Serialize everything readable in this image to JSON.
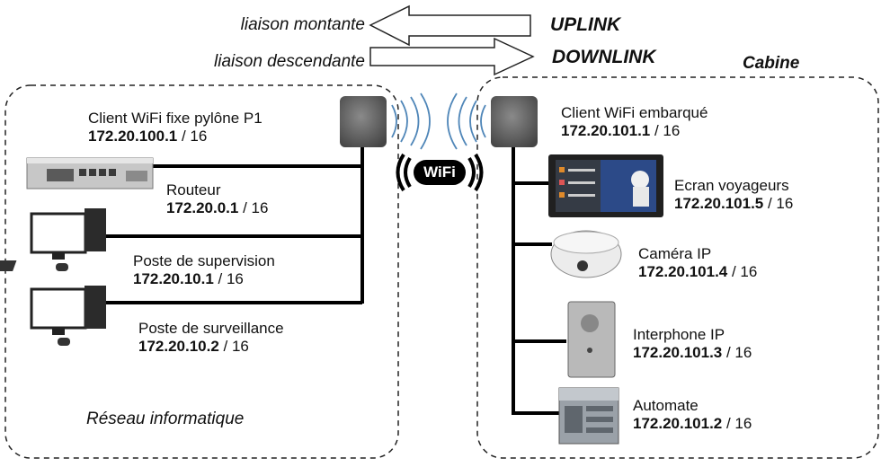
{
  "legend": {
    "uplink_fr": "liaison montante",
    "downlink_fr": "liaison descendante",
    "uplink": "UPLINK",
    "downlink": "DOWNLINK"
  },
  "zones": {
    "cabin_title": "Cabine",
    "network_title": "Réseau informatique"
  },
  "wifi_badge": "WiFi",
  "left_devices": [
    {
      "name": "Client WiFi fixe pylône P1",
      "ip": "172.20.100.1",
      "mask": " / 16"
    },
    {
      "name": "Routeur",
      "ip": "172.20.0.1",
      "mask": " / 16"
    },
    {
      "name": "Poste de supervision",
      "ip": "172.20.10.1",
      "mask": " / 16"
    },
    {
      "name": "Poste de surveillance",
      "ip": "172.20.10.2",
      "mask": " / 16"
    }
  ],
  "right_devices": [
    {
      "name": "Client WiFi embarqué",
      "ip": "172.20.101.1",
      "mask": " / 16"
    },
    {
      "name": "Ecran voyageurs",
      "ip": "172.20.101.5",
      "mask": " / 16"
    },
    {
      "name": "Caméra IP",
      "ip": "172.20.101.4",
      "mask": " / 16"
    },
    {
      "name": "Interphone IP",
      "ip": "172.20.101.3",
      "mask": " / 16"
    },
    {
      "name": "Automate",
      "ip": "172.20.101.2",
      "mask": " / 16"
    }
  ]
}
